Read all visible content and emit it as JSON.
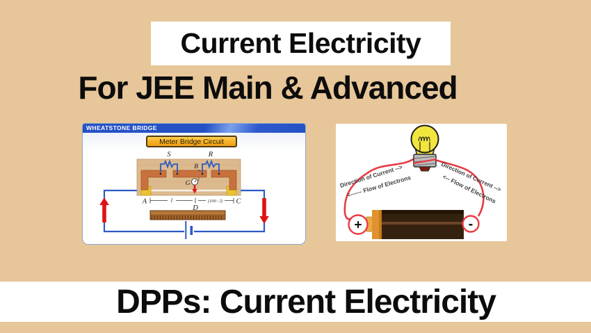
{
  "colors": {
    "background": "#e7c699",
    "titlebar_blue": "#2452c5",
    "circuit_blue": "#2b5ac5",
    "button_orange": "#f7b32b",
    "copper": "#c9713d",
    "wood": "#dcba8e",
    "wire_red": "#e73b43",
    "arrow_red": "#dd1414",
    "battery_brown": "#35210f",
    "battery_cap_orange": "#e0922f",
    "bulb_yellow": "#f2e53d",
    "binding_post_yellow": "#eac231"
  },
  "header": {
    "title": "Current Electricity",
    "subtitle": "For JEE Main & Advanced"
  },
  "simulator": {
    "window_title": "WHEATSTONE BRIDGE",
    "button_label": "Meter Bridge Circuit",
    "labels": {
      "s": "S",
      "r": "R",
      "b": "B",
      "g": "G",
      "a": "A",
      "c": "C",
      "d": "D",
      "l": "l",
      "balance": "(100 - l)"
    }
  },
  "diagram": {
    "left_direction": "Direction of Current -->",
    "left_flow": "<------ Flow of Electrons",
    "right_direction": "Direction of Current -->",
    "right_flow": "<-- Flow of Electrons",
    "plus": "+",
    "minus": "-"
  },
  "footer": {
    "label": "DPPs: Current Electricity"
  }
}
